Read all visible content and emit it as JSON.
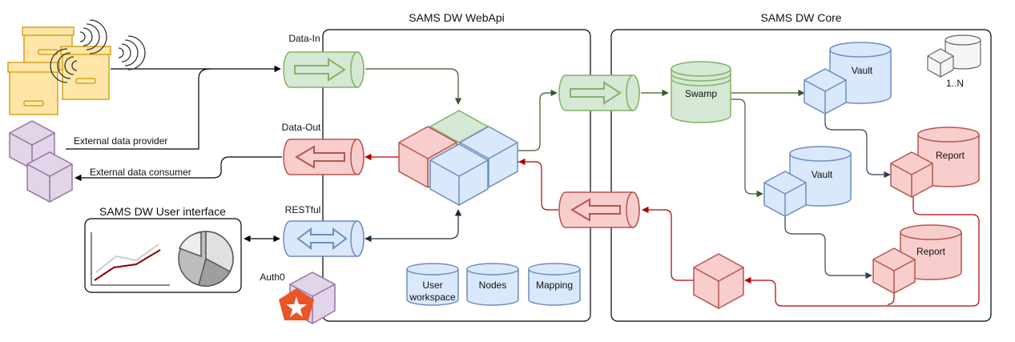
{
  "panels": {
    "webapi_title": "SAMS DW WebApi",
    "core_title": "SAMS DW Core",
    "ui_title": "SAMS DW User interface"
  },
  "pipes": {
    "data_in": "Data-In",
    "data_out": "Data-Out",
    "restful": "RESTful"
  },
  "actors": {
    "provider": "External data provider",
    "consumer": "External data consumer",
    "auth": "Auth0"
  },
  "stores": {
    "user_workspace": [
      "User",
      "workspace"
    ],
    "nodes": "Nodes",
    "mapping": "Mapping",
    "swamp": "Swamp",
    "vault": "Vault",
    "report": "Report",
    "legend": "1..N"
  },
  "colors": {
    "green_fill": "#d5e8d4",
    "green_stroke": "#82b366",
    "red_fill": "#f8cecc",
    "red_stroke": "#b85450",
    "blue_fill": "#dae8fc",
    "blue_stroke": "#6c8ebf",
    "purple_fill": "#e1d5e7",
    "purple_stroke": "#9673a6",
    "gold_fill": "#ffe6a8",
    "gold_stroke": "#d6a31a",
    "dark_red": "#b20000",
    "dark_green": "#3a5a2a",
    "dark_blue": "#2f3f52",
    "auth_orange": "#eb5424"
  }
}
